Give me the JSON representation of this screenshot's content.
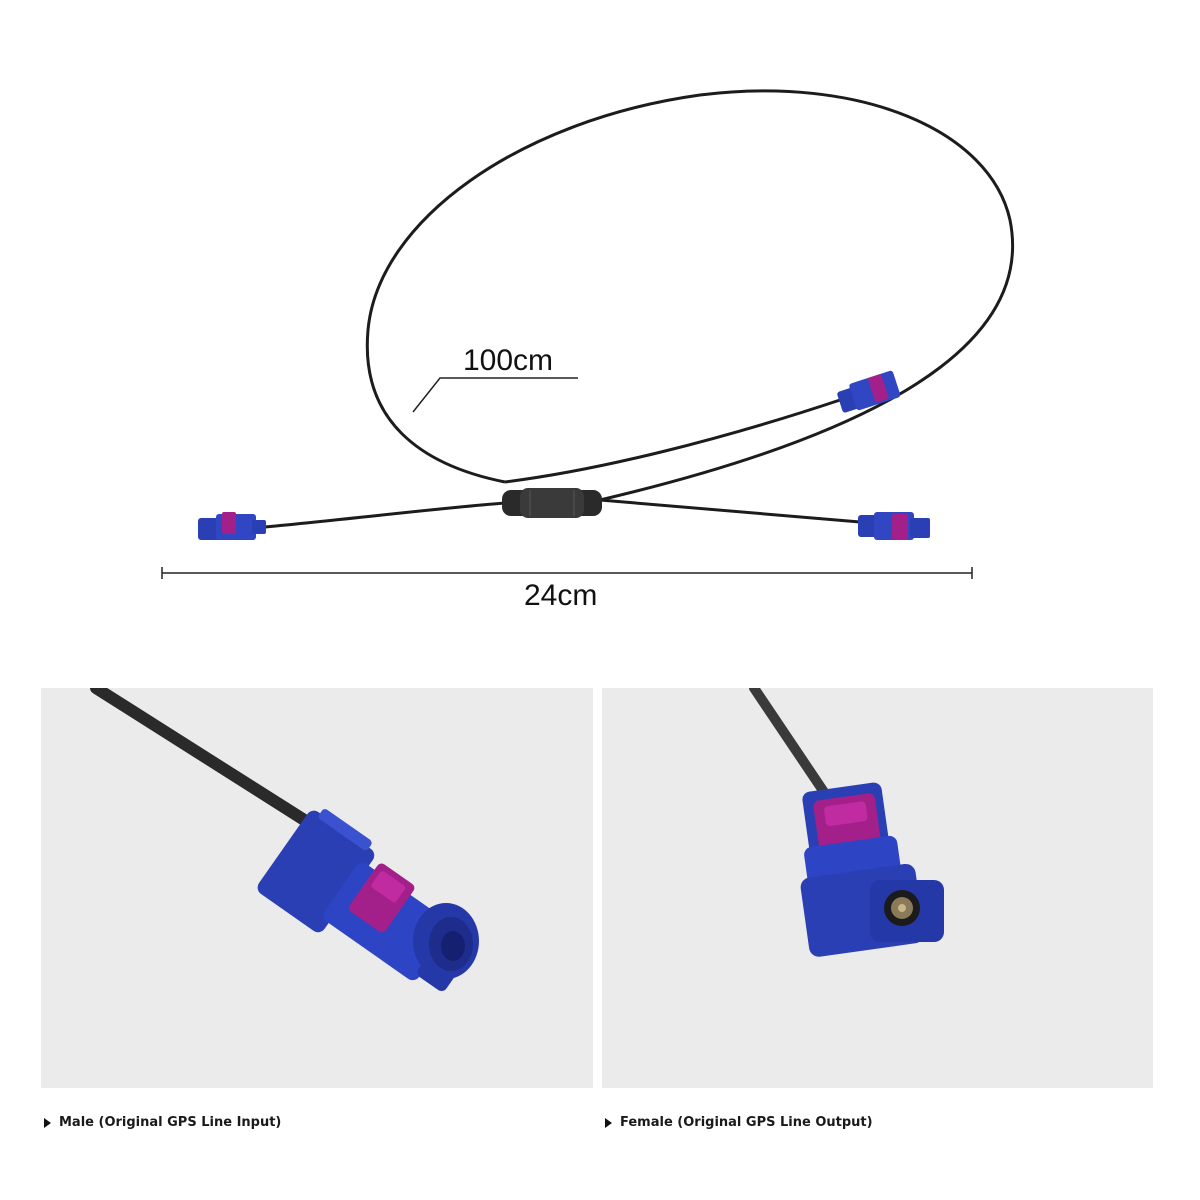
{
  "measurements": {
    "cable_length": "100cm",
    "span_length": "24cm"
  },
  "captions": {
    "male": "Male (Original GPS Line Input)",
    "female": "Female (Original GPS Line Output)"
  },
  "colors": {
    "connector_blue": "#2b3fb5",
    "connector_magenta": "#a3208a",
    "cable": "#1c1c1c",
    "panel_background": "#ebebeb"
  }
}
